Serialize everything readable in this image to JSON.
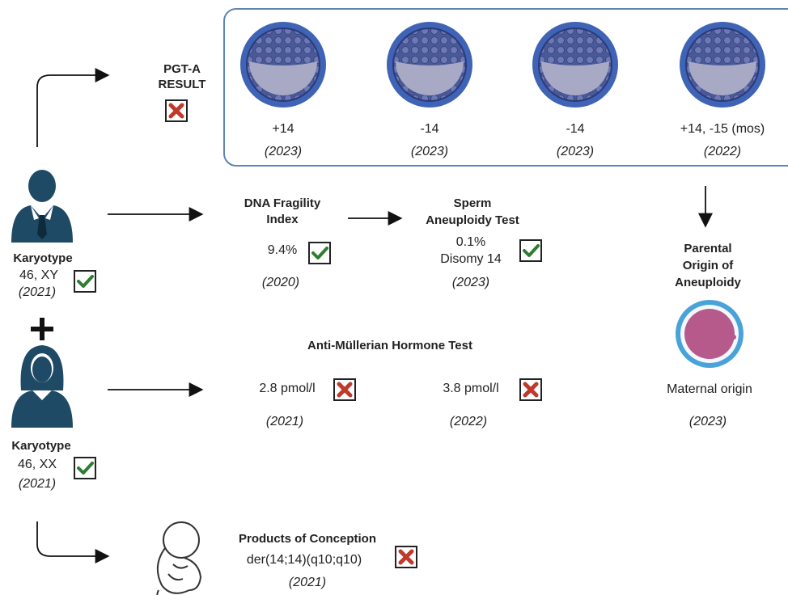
{
  "pgta": {
    "title_line1": "PGT-A",
    "title_line2": "RESULT",
    "embryos": [
      {
        "result": "+14",
        "year": "(2023)"
      },
      {
        "result": "-14",
        "year": "(2023)"
      },
      {
        "result": "-14",
        "year": "(2023)"
      },
      {
        "result": "+14, -15 (mos)",
        "year": "(2022)"
      }
    ]
  },
  "male": {
    "karyotype_label": "Karyotype",
    "karyotype_value": "46, XY",
    "karyotype_year": "(2021)"
  },
  "plus_sign": "+",
  "female": {
    "karyotype_label": "Karyotype",
    "karyotype_value": "46, XX",
    "karyotype_year": "(2021)"
  },
  "dfi": {
    "title_line1": "DNA Fragility",
    "title_line2": "Index",
    "value": "9.4%",
    "year": "(2020)"
  },
  "sperm": {
    "title_line1": "Sperm",
    "title_line2": "Aneuploidy Test",
    "value_line1": "0.1%",
    "value_line2": "Disomy 14",
    "year": "(2023)"
  },
  "amh": {
    "title": "Anti-Müllerian Hormone Test",
    "tests": [
      {
        "value": "2.8 pmol/l",
        "year": "(2021)"
      },
      {
        "value": "3.8 pmol/l",
        "year": "(2022)"
      }
    ]
  },
  "parental": {
    "title_line1": "Parental",
    "title_line2": "Origin of",
    "title_line3": "Aneuploidy",
    "result": "Maternal origin",
    "year": "(2023)"
  },
  "poc": {
    "title": "Products of Conception",
    "value": "der(14;14)(q10;q10)",
    "year": "(2021)"
  },
  "colors": {
    "check": "#2e7d32",
    "cross": "#c0392b",
    "person": "#1f4a66",
    "embryo_ring": "#3f63b5",
    "frame": "#5f86b3"
  }
}
